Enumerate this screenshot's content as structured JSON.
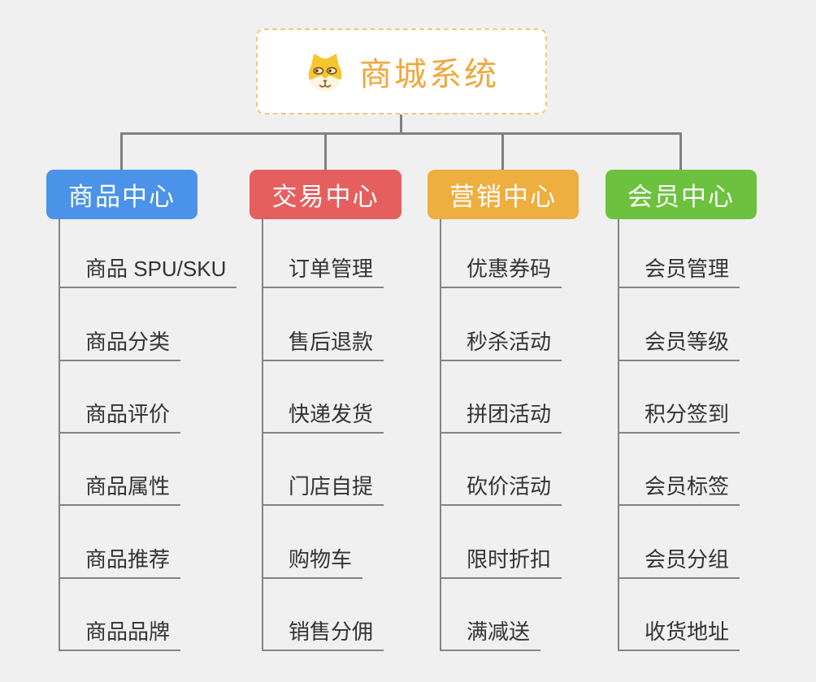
{
  "canvas": {
    "background_color": "#F0F0F0",
    "connector_color": "#808080"
  },
  "root": {
    "title": "商城系统",
    "icon": "dog-face-icon",
    "title_color": "#F0A83C",
    "border_color": "#F4C87C"
  },
  "branches": [
    {
      "label": "商品中心",
      "color": "#4B93E9",
      "children": [
        "商品 SPU/SKU",
        "商品分类",
        "商品评价",
        "商品属性",
        "商品推荐",
        "商品品牌"
      ]
    },
    {
      "label": "交易中心",
      "color": "#E65F5F",
      "children": [
        "订单管理",
        "售后退款",
        "快递发货",
        "门店自提",
        "购物车",
        "销售分佣"
      ]
    },
    {
      "label": "营销中心",
      "color": "#EFAE40",
      "children": [
        "优惠券码",
        "秒杀活动",
        "拼团活动",
        "砍价活动",
        "限时折扣",
        "满减送"
      ]
    },
    {
      "label": "会员中心",
      "color": "#6CC23E",
      "children": [
        "会员管理",
        "会员等级",
        "积分签到",
        "会员标签",
        "会员分组",
        "收货地址"
      ]
    }
  ]
}
